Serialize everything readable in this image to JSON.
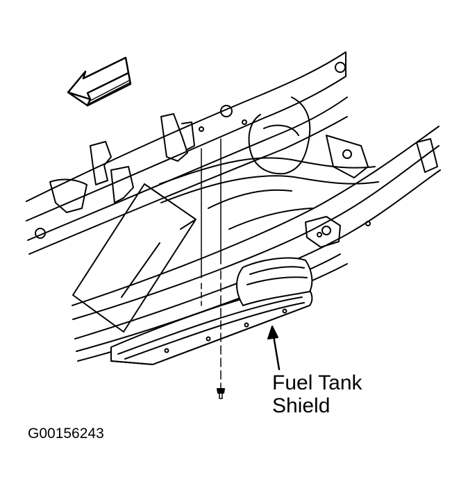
{
  "callout": {
    "line1": "Fuel Tank",
    "line2": "Shield"
  },
  "figure_code": "G00156243",
  "colors": {
    "ink": "#000000",
    "paper": "#ffffff"
  },
  "icons": {
    "direction_arrow": "arrow-left-icon",
    "fastener": "bolt-icon"
  }
}
